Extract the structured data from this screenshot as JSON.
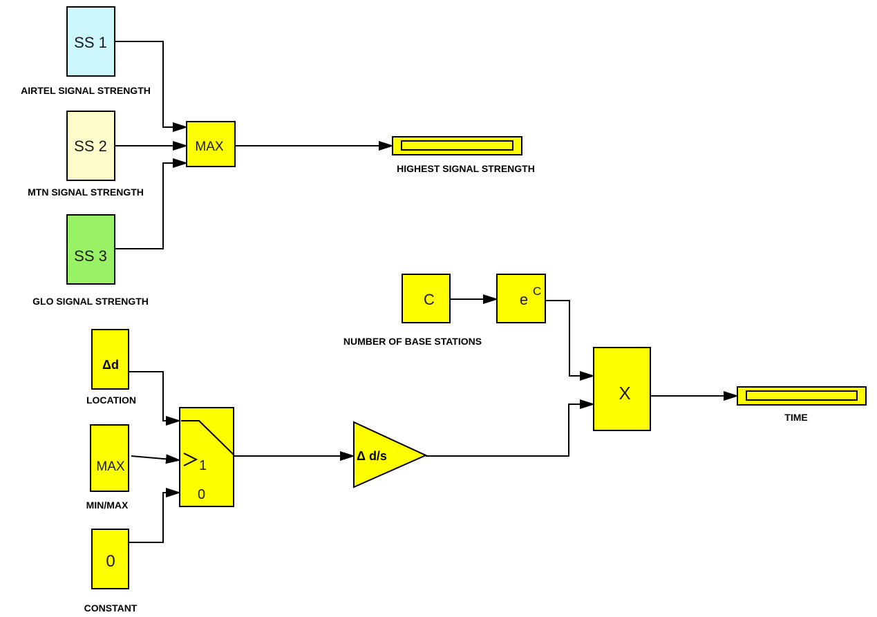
{
  "blocks": {
    "ss1": {
      "text": "SS 1",
      "label": "AIRTEL SIGNAL STRENGTH",
      "color": "#ccf7fb"
    },
    "ss2": {
      "text": "SS 2",
      "label": "MTN SIGNAL STRENGTH",
      "color": "#fffccc"
    },
    "ss3": {
      "text": "SS 3",
      "label": "GLO SIGNAL STRENGTH",
      "color": "#99f266"
    },
    "max": {
      "text": "MAX"
    },
    "highest_display": {
      "label": "HIGHEST SIGNAL STRENGTH"
    },
    "c": {
      "text": "C",
      "label": "NUMBER OF BASE STATIONS"
    },
    "exp": {
      "base": "e",
      "sup": "C"
    },
    "product": {
      "text": "X"
    },
    "time_display": {
      "label": "TIME"
    },
    "location": {
      "text": "Δd",
      "label": "LOCATION"
    },
    "minmax": {
      "text": "MAX",
      "label": "MIN/MAX"
    },
    "constant": {
      "text": "0",
      "label": "CONSTANT"
    },
    "switch": {
      "port1": "1",
      "port0": "0"
    },
    "gain": {
      "text": "Δ d/s"
    }
  },
  "colors": {
    "block_fill": "#ffff00",
    "wire": "#000000"
  }
}
